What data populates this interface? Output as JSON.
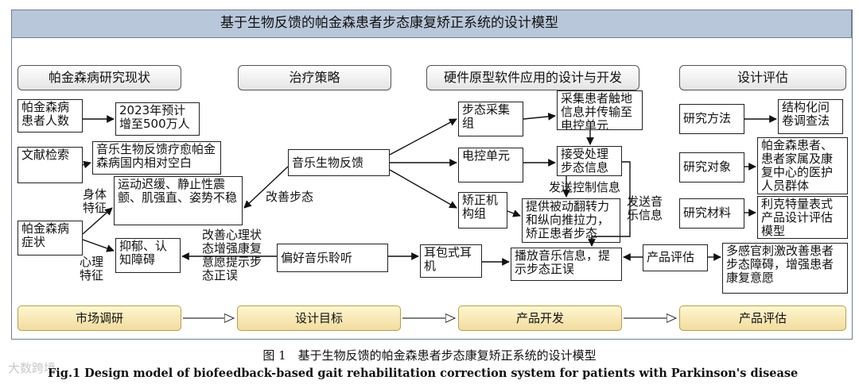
{
  "title": "基于生物反馈的帕金森患者步态康复矫正系统的设计模型",
  "headers": {
    "research_status": "帕金森病研究现状",
    "strategy": "治疗策略",
    "hardware_software": "硬件原型软件应用的设计与开发",
    "evaluation": "设计评估"
  },
  "nodes": {
    "patients": "帕金森病患者人数",
    "forecast": "2023年预计增至500万人",
    "literature": "文献检索",
    "blank": "音乐生物反馈疗愈帕金森病国内相对空白",
    "symptoms": "帕金森病症状",
    "physical_sym": "运动迟缓、静止性震颤、肌强直、姿势不稳",
    "mental_sym": "抑郁、认知障碍",
    "music_bio": "音乐生物反馈",
    "music_pref": "偏好音乐聆听",
    "gait_collect": "步态采集组",
    "collect_desc": "采集患者触地信息并传输至电控单元",
    "ecu": "电控单元",
    "receive_proc": "接受处理步态信息",
    "correct_group": "矫正机构组",
    "provide_force": "提供被动翻转力和纵向推拉力，矫正患者步态",
    "earphone": "耳包式耳机",
    "play_music": "播放音乐信息，提示步态正误",
    "method": "研究方法",
    "questionnaire": "结构化问卷调查法",
    "object": "研究对象",
    "object_desc": "帕金森患者、患者家属及康复中心的医护人员群体",
    "material": "研究材料",
    "scale": "利克特量表式产品设计评估模型",
    "product_eval": "产品评估",
    "eval_desc": "多感官刺激改善患者步态障碍，增强患者康复意愿"
  },
  "labels": {
    "body_sym": "身体特征",
    "mind_sym": "心理特征",
    "improve_gait": "改善步态",
    "improve_mind": "改善心理状态增强康复意愿提示步态正误",
    "send_ctrl": "发送控制信息",
    "send_music": "发送音乐信息"
  },
  "footer": {
    "market": "市场调研",
    "target": "设计目标",
    "dev": "产品开发",
    "eval": "产品评估"
  },
  "caption_cn": "图 1　基于生物反馈的帕金森患者步态康复矫正系统的设计模型",
  "caption_en": "Fig.1 Design model of biofeedback-based gait rehabilitation correction system for patients with Parkinson's disease",
  "watermark": "大数跨境"
}
